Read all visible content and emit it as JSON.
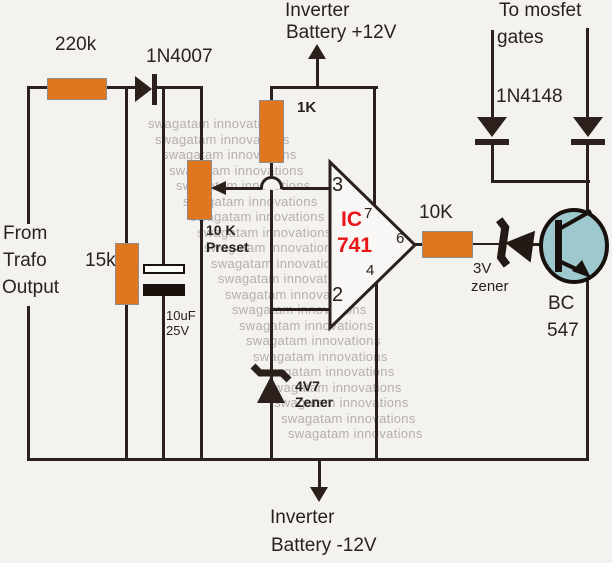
{
  "labels": {
    "r220k": "220k",
    "d4007": "1N4007",
    "top_rail_l1": "Inverter",
    "top_rail_l2": "Battery +12V",
    "mosfet_l1": "To mosfet",
    "mosfet_l2": "gates",
    "d4148": "1N4148",
    "r1k": "1K",
    "trafo_l1": "From",
    "trafo_l2": "Trafo",
    "trafo_l3": "Output",
    "r15k": "15k",
    "cap_l1": "10uF",
    "cap_l2": "25V",
    "preset_l1": "10 K",
    "preset_l2": "Preset",
    "pin3": "3",
    "pin2": "2",
    "pin7": "7",
    "pin4": "4",
    "pin6": "6",
    "ic_l1": "IC",
    "ic_l2": "741",
    "r10k": "10K",
    "z3v_l1": "3V",
    "z3v_l2": "zener",
    "q_l1": "BC",
    "q_l2": "547",
    "z4v7_l1": "4V7",
    "z4v7_l2": "Zener",
    "bot_rail_l1": "Inverter",
    "bot_rail_l2": "Battery -12V"
  },
  "watermark": {
    "text": "swagatam innovations",
    "count": 21
  },
  "colors": {
    "background": "#f4f2ef",
    "wire": "#2b201b",
    "resistor": "#e0771f",
    "ic_text": "#e81417",
    "transistor_fill": "#9dc8cd",
    "watermark": "#b5aeb0"
  }
}
